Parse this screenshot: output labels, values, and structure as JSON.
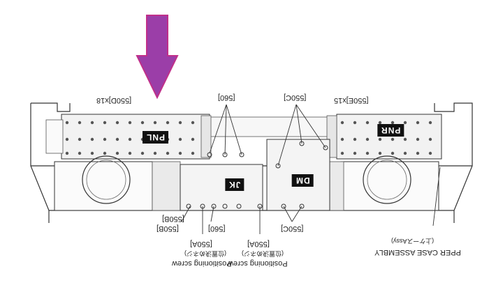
{
  "arrow": {
    "color": "#9b3ea8",
    "edge": "#c0308a",
    "icon": "down-arrow-icon"
  },
  "boards": {
    "pnl": "PNL",
    "pnr": "PNR",
    "jk": "JK",
    "dm": "DM"
  },
  "callouts": {
    "top_left": "[550D]x18",
    "top_mid": "[560]",
    "top_right_mid": "[550C]",
    "top_right": "[550E]x15",
    "bot_550b": "[550B]",
    "bot_550b2": "[550B]",
    "bot_560": "[560]",
    "bot_550c": "[550C]",
    "bot_550a_left": "[550A]",
    "bot_550a_right": "[550A]",
    "pos_jp_left": "(位置決めネジ)",
    "pos_jp_right": "(位置決めネジ)",
    "pos_left": "Positioning screw",
    "pos_right": "Positioning screw",
    "assy_jp": "(上ケースAssy)",
    "assy": "PPER CASE ASSEMBLY"
  }
}
